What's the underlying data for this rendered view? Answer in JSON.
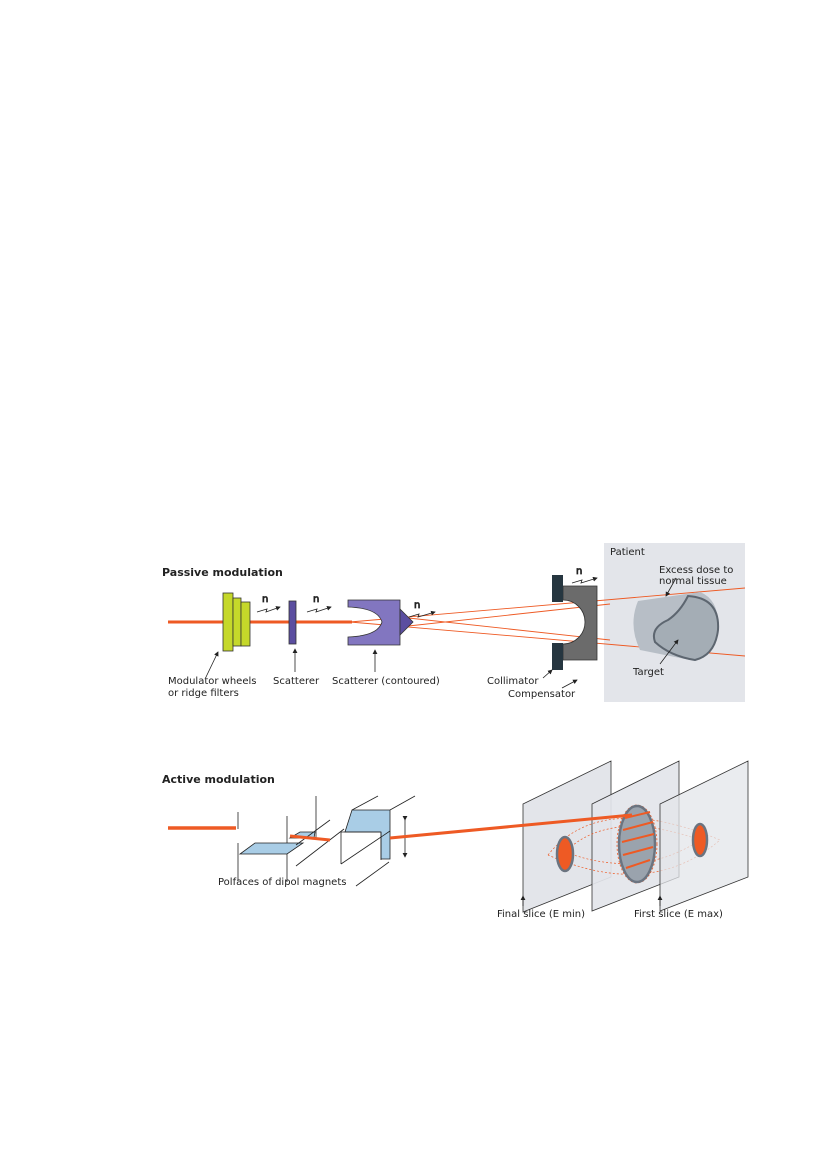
{
  "passive": {
    "title": "Passive modulation",
    "patient_label": "Patient",
    "labels": {
      "modulator_line1": "Modulator wheels",
      "modulator_line2": "or ridge filters",
      "scatterer": "Scatterer",
      "scatterer_contoured": "Scatterer (contoured)",
      "collimator": "Collimator",
      "compensator": "Compensator",
      "excess_line1": "Excess dose to",
      "excess_line2": "normal tissue",
      "target": "Target"
    },
    "neutron_symbol": "n"
  },
  "active": {
    "title": "Active modulation",
    "labels": {
      "polfaces": "Polfaces of dipol magnets",
      "final_slice": "Final slice (E min)",
      "first_slice": "First slice (E max)"
    }
  },
  "colors": {
    "beam": "#ee5a24",
    "modulator": "#c5d82a",
    "scatterer": "#5b4ea0",
    "collimator": "#263640",
    "compensator": "#6b6b6b",
    "patient_bg": "#e3e5ea",
    "magnet": "#a9cde6"
  }
}
